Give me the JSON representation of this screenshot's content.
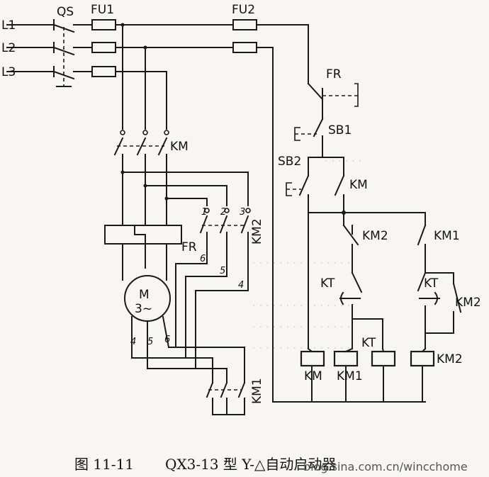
{
  "lines": {
    "l1": "L1",
    "l2": "L2",
    "l3": "L3"
  },
  "switches": {
    "qs": "QS"
  },
  "fuses": {
    "fu1": "FU1",
    "fu2": "FU2"
  },
  "relays": {
    "fr_top": "FR",
    "fr_side": "FR",
    "km_main": "KM",
    "km_aux": "KM",
    "km1_contact": "KM1",
    "km2_contact": "KM2",
    "km2_vertical": "KM2",
    "km1_vertical": "KM1",
    "kt_left": "KT",
    "kt_right": "KT",
    "kt_coil": "KT",
    "km2_aux": "KM2"
  },
  "buttons": {
    "sb1": "SB1",
    "sb2": "SB2"
  },
  "coils": {
    "km": "KM",
    "km1": "KM1",
    "km2": "KM2"
  },
  "motor": {
    "name": "M",
    "phase": "3~"
  },
  "terminals": {
    "t1": "1",
    "t2": "2",
    "t3": "3",
    "t4": "4",
    "t5": "5",
    "t6": "6"
  },
  "caption": {
    "figure_no": "图 11-11",
    "title": "QX3-13 型 Y-△自动启动器"
  },
  "watermark": "blog.sina.com.cn/wincchome"
}
